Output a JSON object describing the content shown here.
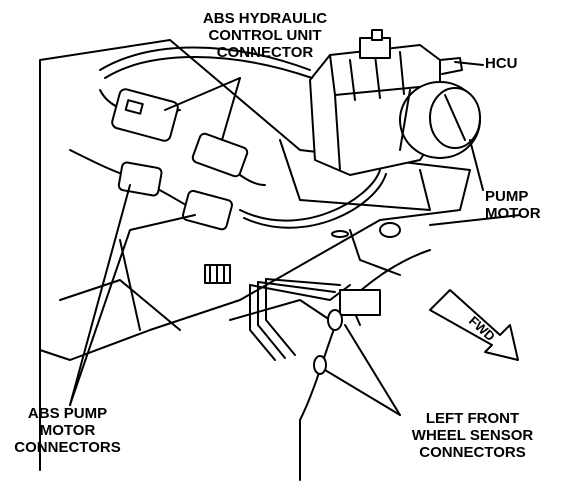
{
  "labels": {
    "abs_hcu_connector": [
      "ABS HYDRAULIC",
      "CONTROL UNIT",
      "CONNECTOR"
    ],
    "hcu": [
      "HCU"
    ],
    "pump_motor": [
      "PUMP",
      "MOTOR"
    ],
    "abs_pump_motor_connectors": [
      "ABS PUMP",
      "MOTOR",
      "CONNECTORS"
    ],
    "left_front_wheel_sensor_connectors": [
      "LEFT FRONT",
      "WHEEL SENSOR",
      "CONNECTORS"
    ]
  },
  "arrow_text": "FWD",
  "colors": {
    "ink": "#000000",
    "paper": "#ffffff"
  }
}
